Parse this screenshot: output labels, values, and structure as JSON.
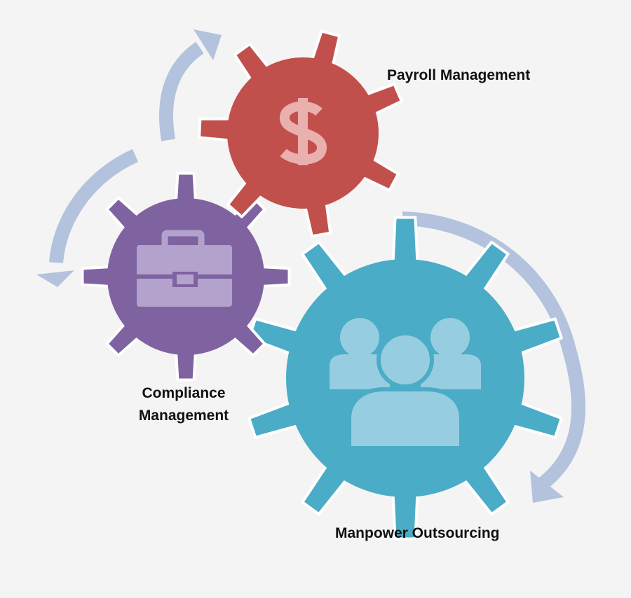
{
  "labels": {
    "payroll": "Payroll Management",
    "compliance_line1": "Compliance",
    "compliance_line2": "Management",
    "manpower": "Manpower Outsourcing"
  },
  "colors": {
    "payroll_gear": "#c1504d",
    "compliance_gear": "#7f63a1",
    "manpower_gear": "#4aacc6",
    "arrow": "#b3c2dd"
  },
  "icons": {
    "payroll": "dollar-icon",
    "compliance": "briefcase-icon",
    "manpower": "people-icon"
  }
}
